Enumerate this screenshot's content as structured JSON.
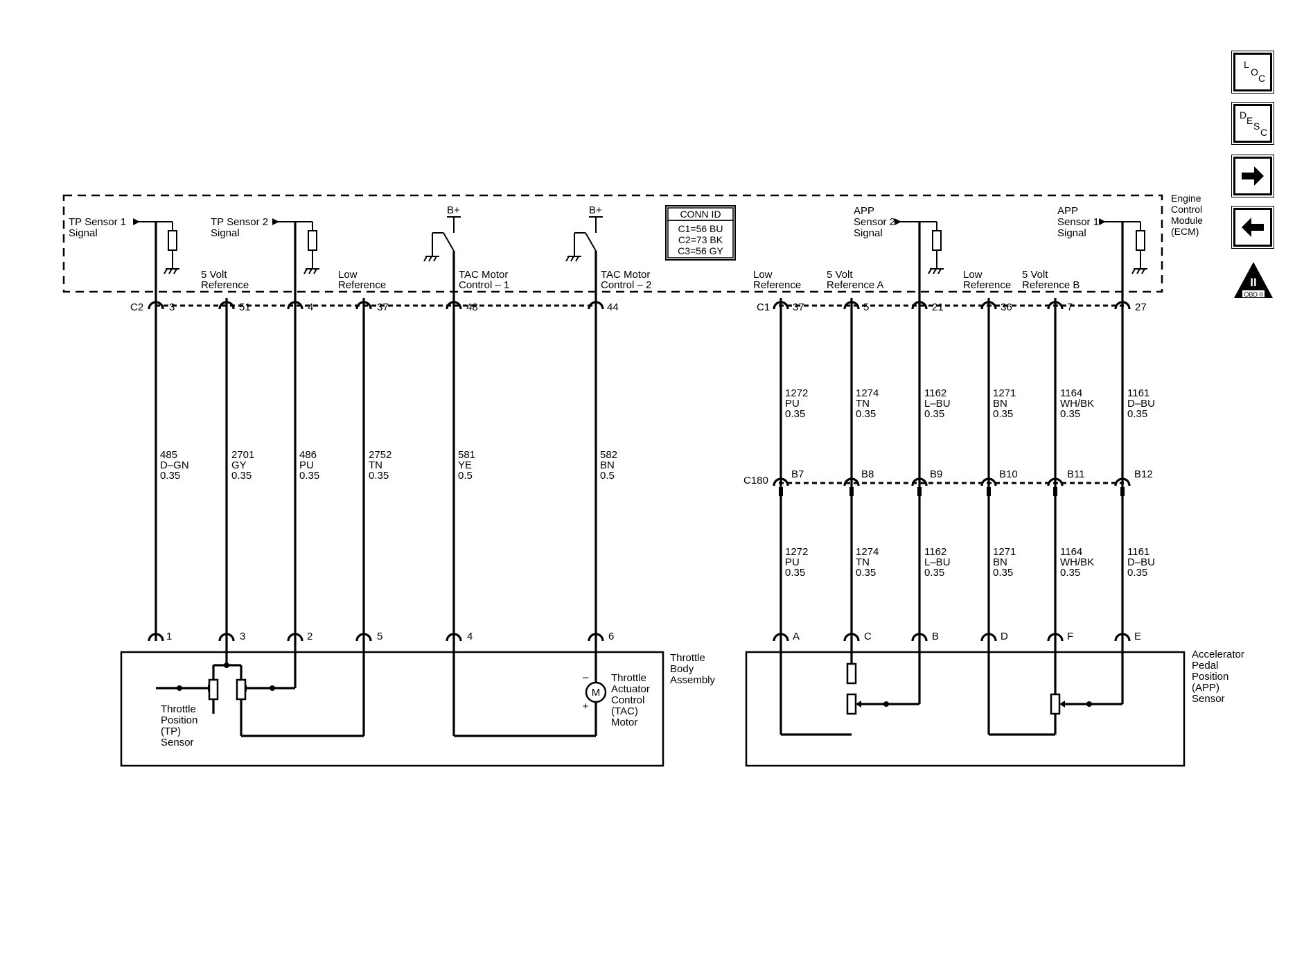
{
  "sidebar": {
    "loc": [
      "L",
      "O",
      "C"
    ],
    "desc": [
      "D",
      "E",
      "S",
      "C"
    ],
    "forward": "",
    "back": "",
    "obd": [
      "II",
      "OBD II"
    ]
  },
  "ecm": {
    "title": [
      "Engine",
      "Control",
      "Module",
      "(ECM)"
    ],
    "conn_id": {
      "title": "CONN ID",
      "lines": [
        "C1=56 BU",
        "C2=73 BK",
        "C3=56 GY"
      ]
    },
    "labels": {
      "tp1": [
        "TP Sensor 1",
        "Signal"
      ],
      "tp2": [
        "TP Sensor 2",
        "Signal"
      ],
      "vref5": [
        "5 Volt",
        "Reference"
      ],
      "lowref": [
        "Low",
        "Reference"
      ],
      "tac1": [
        "TAC Motor",
        "Control – 1"
      ],
      "tac2": [
        "TAC Motor",
        "Control – 2"
      ],
      "bplus": "B+",
      "lowref_r1": [
        "Low",
        "Reference"
      ],
      "vref_a": [
        "5 Volt",
        "Reference A"
      ],
      "app2": [
        "APP",
        "Sensor 2",
        "Signal"
      ],
      "lowref_r2": [
        "Low",
        "Reference"
      ],
      "vref_b": [
        "5 Volt",
        "Reference B"
      ],
      "app1": [
        "APP",
        "Sensor 1",
        "Signal"
      ]
    }
  },
  "connectors": {
    "c2": "C2",
    "c1": "C1",
    "c180": "C180"
  },
  "left_wires": [
    {
      "ecm_pin": "3",
      "circuit": "485",
      "color": "D–GN",
      "gauge": "0.35",
      "dev_pin": "1"
    },
    {
      "ecm_pin": "51",
      "circuit": "2701",
      "color": "GY",
      "gauge": "0.35",
      "dev_pin": "3"
    },
    {
      "ecm_pin": "4",
      "circuit": "486",
      "color": "PU",
      "gauge": "0.35",
      "dev_pin": "2"
    },
    {
      "ecm_pin": "37",
      "circuit": "2752",
      "color": "TN",
      "gauge": "0.35",
      "dev_pin": "5"
    },
    {
      "ecm_pin": "48",
      "circuit": "581",
      "color": "YE",
      "gauge": "0.5",
      "dev_pin": "4"
    },
    {
      "ecm_pin": "44",
      "circuit": "582",
      "color": "BN",
      "gauge": "0.5",
      "dev_pin": "6"
    }
  ],
  "right_wires": [
    {
      "ecm_pin": "37",
      "circuit": "1272",
      "color": "PU",
      "gauge": "0.35",
      "inline_pin": "B7",
      "dev_pin": "A"
    },
    {
      "ecm_pin": "5",
      "circuit": "1274",
      "color": "TN",
      "gauge": "0.35",
      "inline_pin": "B8",
      "dev_pin": "C"
    },
    {
      "ecm_pin": "21",
      "circuit": "1162",
      "color": "L–BU",
      "gauge": "0.35",
      "inline_pin": "B9",
      "dev_pin": "B"
    },
    {
      "ecm_pin": "36",
      "circuit": "1271",
      "color": "BN",
      "gauge": "0.35",
      "inline_pin": "B10",
      "dev_pin": "D"
    },
    {
      "ecm_pin": "7",
      "circuit": "1164",
      "color": "WH/BK",
      "gauge": "0.35",
      "inline_pin": "B11",
      "dev_pin": "F"
    },
    {
      "ecm_pin": "27",
      "circuit": "1161",
      "color": "D–BU",
      "gauge": "0.35",
      "inline_pin": "B12",
      "dev_pin": "E"
    }
  ],
  "throttle_body": {
    "title": [
      "Throttle",
      "Body",
      "Assembly"
    ],
    "tp_sensor": [
      "Throttle",
      "Position",
      "(TP)",
      "Sensor"
    ],
    "tac_motor": [
      "Throttle",
      "Actuator",
      "Control",
      "(TAC)",
      "Motor"
    ],
    "motor_symbol": "M",
    "minus": "–",
    "plus": "+"
  },
  "app_sensor": {
    "title": [
      "Accelerator",
      "Pedal",
      "Position",
      "(APP)",
      "Sensor"
    ]
  }
}
